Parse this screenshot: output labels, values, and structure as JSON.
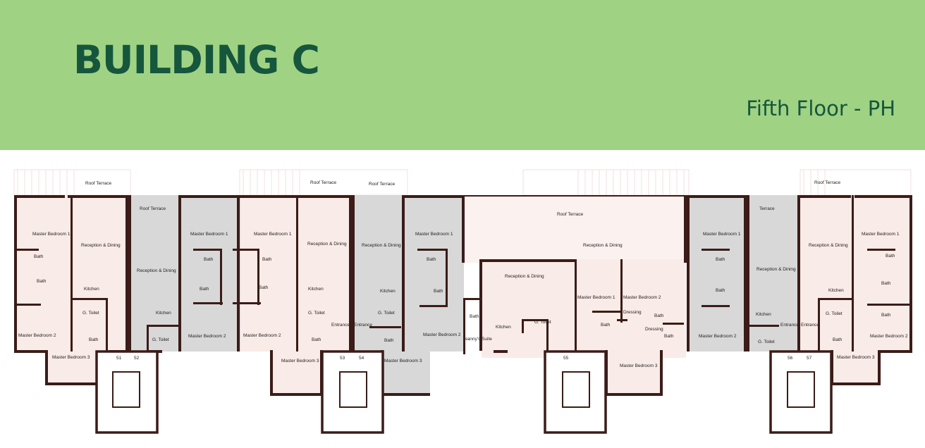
{
  "header": {
    "title": "BUILDING C",
    "subtitle": "Fifth Floor - PH"
  },
  "colors": {
    "header_bg": "#9fd283",
    "title_text": "#15563d",
    "unit_fill_pink": "#f9ebe7",
    "unit_fill_grey": "#d8d8d8",
    "wall": "#3b1c18",
    "terrace": "#fbf1ee"
  },
  "plan": {
    "rooms": [
      {
        "label": "Roof Terrace"
      },
      {
        "label": "Roof Terrace"
      },
      {
        "label": "Roof Terrace"
      },
      {
        "label": "Roof Terrace"
      },
      {
        "label": "Roof Terrace"
      },
      {
        "label": "Terrace"
      },
      {
        "label": "Roof Terrace"
      },
      {
        "label": "Master Bedroom 1"
      },
      {
        "label": "Reception & Dining"
      },
      {
        "label": "Bath"
      },
      {
        "label": "Bath"
      },
      {
        "label": "Kitchen"
      },
      {
        "label": "G. Toilet"
      },
      {
        "label": "Master Bedroom 2"
      },
      {
        "label": "Bath"
      },
      {
        "label": "Master Bedroom 3"
      },
      {
        "label": "Reception & Dining"
      },
      {
        "label": "Kitchen"
      },
      {
        "label": "G. Toilet"
      },
      {
        "label": "Master Bedroom 1"
      },
      {
        "label": "Bath"
      },
      {
        "label": "Bath"
      },
      {
        "label": "Master Bedroom 2"
      },
      {
        "label": "Master Bedroom 1"
      },
      {
        "label": "Bath"
      },
      {
        "label": "Bath"
      },
      {
        "label": "Master Bedroom 2"
      },
      {
        "label": "Master Bedroom 3"
      },
      {
        "label": "Reception & Dining"
      },
      {
        "label": "Kitchen"
      },
      {
        "label": "G. Toilet"
      },
      {
        "label": "Bath"
      },
      {
        "label": "Entrance"
      },
      {
        "label": "Entrance"
      },
      {
        "label": "Reception & Dining"
      },
      {
        "label": "Kitchen"
      },
      {
        "label": "G. Toilet"
      },
      {
        "label": "Bath"
      },
      {
        "label": "Master Bedroom 3"
      },
      {
        "label": "Master Bedroom 1"
      },
      {
        "label": "Bath"
      },
      {
        "label": "Bath"
      },
      {
        "label": "Master Bedroom 2"
      },
      {
        "label": "Reception & Dining"
      },
      {
        "label": "Reception & Dining"
      },
      {
        "label": "Bath"
      },
      {
        "label": "Kitchen"
      },
      {
        "label": "G. Toilet"
      },
      {
        "label": "Nanny's Suite"
      },
      {
        "label": "Master Bedroom 1"
      },
      {
        "label": "Master Bedroom 2"
      },
      {
        "label": "Dressing"
      },
      {
        "label": "Bath"
      },
      {
        "label": "Bath"
      },
      {
        "label": "Dressing"
      },
      {
        "label": "Bath"
      },
      {
        "label": "Master Bedroom 3"
      },
      {
        "label": "Master Bedroom 1"
      },
      {
        "label": "Bath"
      },
      {
        "label": "Bath"
      },
      {
        "label": "Master Bedroom 2"
      },
      {
        "label": "Reception & Dining"
      },
      {
        "label": "Kitchen"
      },
      {
        "label": "G. Toilet"
      },
      {
        "label": "Entrance"
      },
      {
        "label": "Entrance"
      },
      {
        "label": "Reception & Dining"
      },
      {
        "label": "Kitchen"
      },
      {
        "label": "G. Toilet"
      },
      {
        "label": "Bath"
      },
      {
        "label": "Master Bedroom 3"
      },
      {
        "label": "Master Bedroom 1"
      },
      {
        "label": "Bath"
      },
      {
        "label": "Bath"
      },
      {
        "label": "Bath"
      },
      {
        "label": "Master Bedroom 2"
      }
    ],
    "unit_numbers": [
      "51",
      "52",
      "53",
      "54",
      "55",
      "56",
      "57"
    ]
  }
}
